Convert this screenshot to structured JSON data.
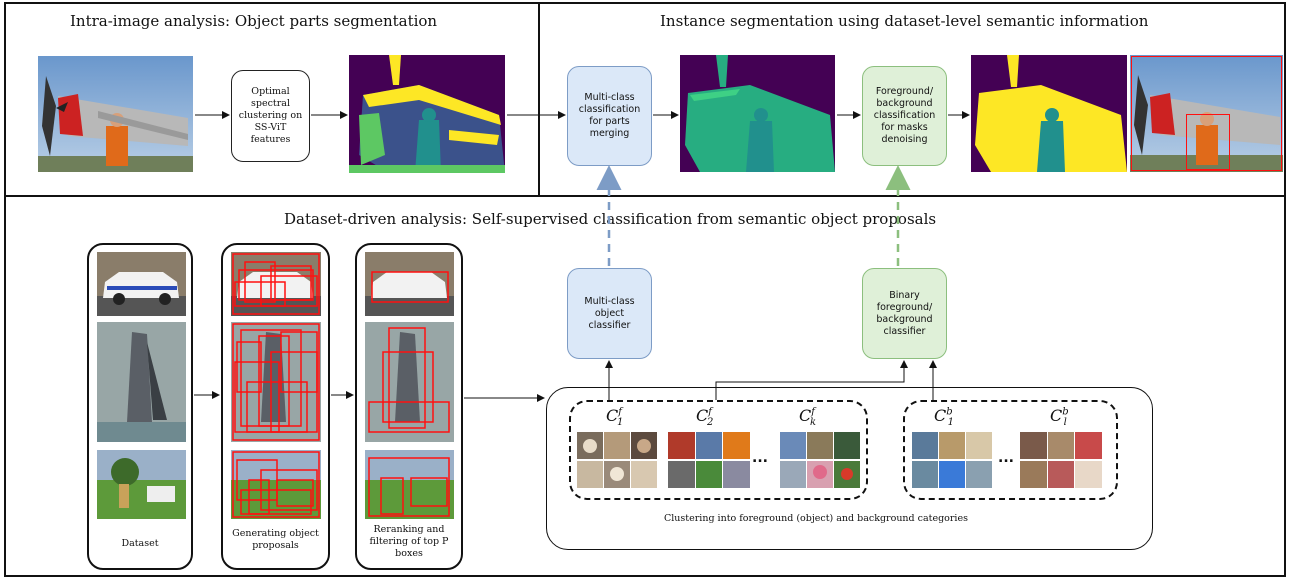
{
  "panels": {
    "intra_title": "Intra-image analysis: Object parts segmentation",
    "instance_title": "Instance segmentation using dataset-level semantic information",
    "dataset_title": "Dataset-driven analysis: Self-supervised classification from semantic object proposals"
  },
  "nodes": {
    "spectral": "Optimal\nspectral\nclustering on\nSS-ViT\nfeatures",
    "multiclass_merge": "Multi-class\nclassification\nfor parts\nmerging",
    "fgbg_denoise": "Foreground/\nbackground\nclassification\nfor masks\ndenoising",
    "multiclass_classifier": "Multi-class\nobject\nclassifier",
    "binary_classifier": "Binary\nforeground/\nbackground\nclassifier"
  },
  "columns": {
    "dataset": "Dataset",
    "generating": "Generating object\nproposals",
    "reranking": "Reranking and\nfiltering of top P\nboxes"
  },
  "clusters": {
    "fg1_base": "C",
    "fg1_sub": "1",
    "fg1_sup": "f",
    "fg2_base": "C",
    "fg2_sub": "2",
    "fg2_sup": "f",
    "fgk_base": "C",
    "fgk_sub": "k",
    "fgk_sup": "f",
    "bg1_base": "C",
    "bg1_sub": "1",
    "bg1_sup": "b",
    "bgl_base": "C",
    "bgl_sub": "l",
    "bgl_sup": "b",
    "ellipsis": "...",
    "caption": "Clustering into foreground (object) and background categories"
  },
  "colors": {
    "blue_fill": "#dbe8f8",
    "green_fill": "#dff0d8",
    "seg_purple": "#440154",
    "seg_blue": "#3b528b",
    "seg_teal": "#21908d",
    "seg_green": "#5dc863",
    "seg_yellow": "#fde725",
    "box_red": "#ff1010"
  }
}
